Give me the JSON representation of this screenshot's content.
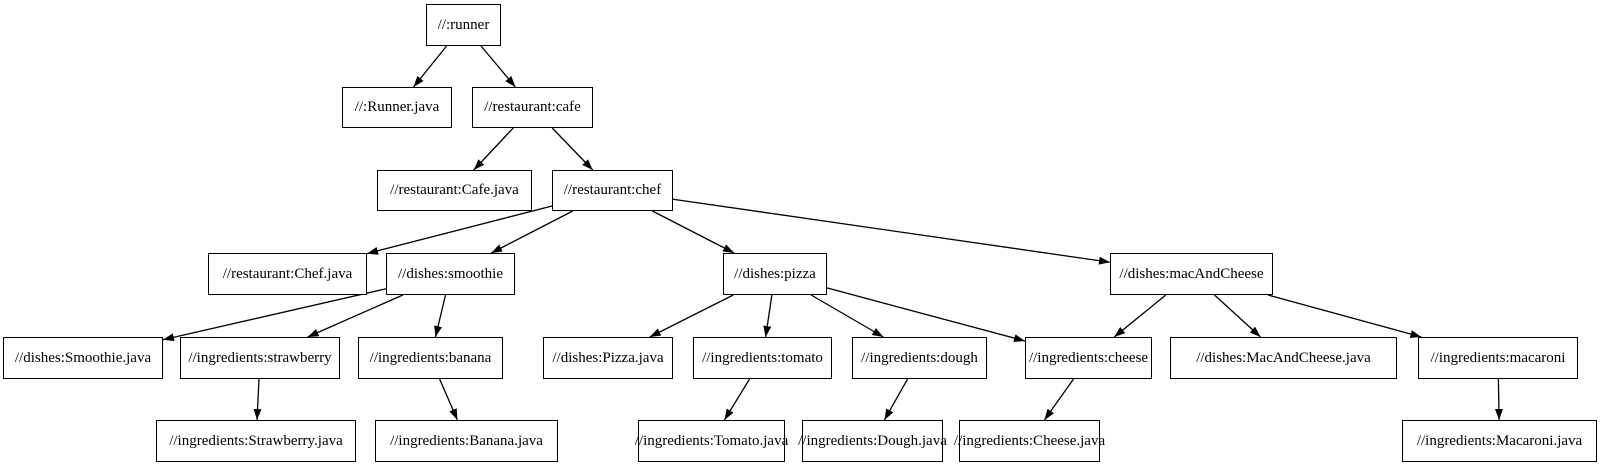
{
  "diagram": {
    "type": "dependency-graph",
    "background": "#ffffff",
    "node_fill": "#ffffff",
    "node_border_color": "#000000",
    "edge_color": "#000000"
  },
  "nodes": {
    "runner": {
      "label": "//:runner"
    },
    "runner_java": {
      "label": "//:Runner.java"
    },
    "cafe": {
      "label": "//restaurant:cafe"
    },
    "cafe_java": {
      "label": "//restaurant:Cafe.java"
    },
    "chef": {
      "label": "//restaurant:chef"
    },
    "chef_java": {
      "label": "//restaurant:Chef.java"
    },
    "smoothie": {
      "label": "//dishes:smoothie"
    },
    "pizza": {
      "label": "//dishes:pizza"
    },
    "mac_and_cheese": {
      "label": "//dishes:macAndCheese"
    },
    "smoothie_java": {
      "label": "//dishes:Smoothie.java"
    },
    "strawberry": {
      "label": "//ingredients:strawberry"
    },
    "banana": {
      "label": "//ingredients:banana"
    },
    "pizza_java": {
      "label": "//dishes:Pizza.java"
    },
    "tomato": {
      "label": "//ingredients:tomato"
    },
    "dough": {
      "label": "//ingredients:dough"
    },
    "cheese": {
      "label": "//ingredients:cheese"
    },
    "mac_and_cheese_java": {
      "label": "//dishes:MacAndCheese.java"
    },
    "macaroni": {
      "label": "//ingredients:macaroni"
    },
    "strawberry_java": {
      "label": "//ingredients:Strawberry.java"
    },
    "banana_java": {
      "label": "//ingredients:Banana.java"
    },
    "tomato_java": {
      "label": "//ingredients:Tomato.java"
    },
    "dough_java": {
      "label": "//ingredients:Dough.java"
    },
    "cheese_java": {
      "label": "//ingredients:Cheese.java"
    },
    "macaroni_java": {
      "label": "//ingredients:Macaroni.java"
    }
  },
  "edges": [
    {
      "from": "runner",
      "to": "runner_java"
    },
    {
      "from": "runner",
      "to": "cafe"
    },
    {
      "from": "cafe",
      "to": "cafe_java"
    },
    {
      "from": "cafe",
      "to": "chef"
    },
    {
      "from": "chef",
      "to": "chef_java"
    },
    {
      "from": "chef",
      "to": "smoothie"
    },
    {
      "from": "chef",
      "to": "pizza"
    },
    {
      "from": "chef",
      "to": "mac_and_cheese"
    },
    {
      "from": "smoothie",
      "to": "smoothie_java"
    },
    {
      "from": "smoothie",
      "to": "strawberry"
    },
    {
      "from": "smoothie",
      "to": "banana"
    },
    {
      "from": "strawberry",
      "to": "strawberry_java"
    },
    {
      "from": "banana",
      "to": "banana_java"
    },
    {
      "from": "pizza",
      "to": "pizza_java"
    },
    {
      "from": "pizza",
      "to": "tomato"
    },
    {
      "from": "pizza",
      "to": "dough"
    },
    {
      "from": "pizza",
      "to": "cheese"
    },
    {
      "from": "mac_and_cheese",
      "to": "cheese"
    },
    {
      "from": "mac_and_cheese",
      "to": "mac_and_cheese_java"
    },
    {
      "from": "mac_and_cheese",
      "to": "macaroni"
    },
    {
      "from": "tomato",
      "to": "tomato_java"
    },
    {
      "from": "dough",
      "to": "dough_java"
    },
    {
      "from": "cheese",
      "to": "cheese_java"
    },
    {
      "from": "macaroni",
      "to": "macaroni_java"
    }
  ]
}
